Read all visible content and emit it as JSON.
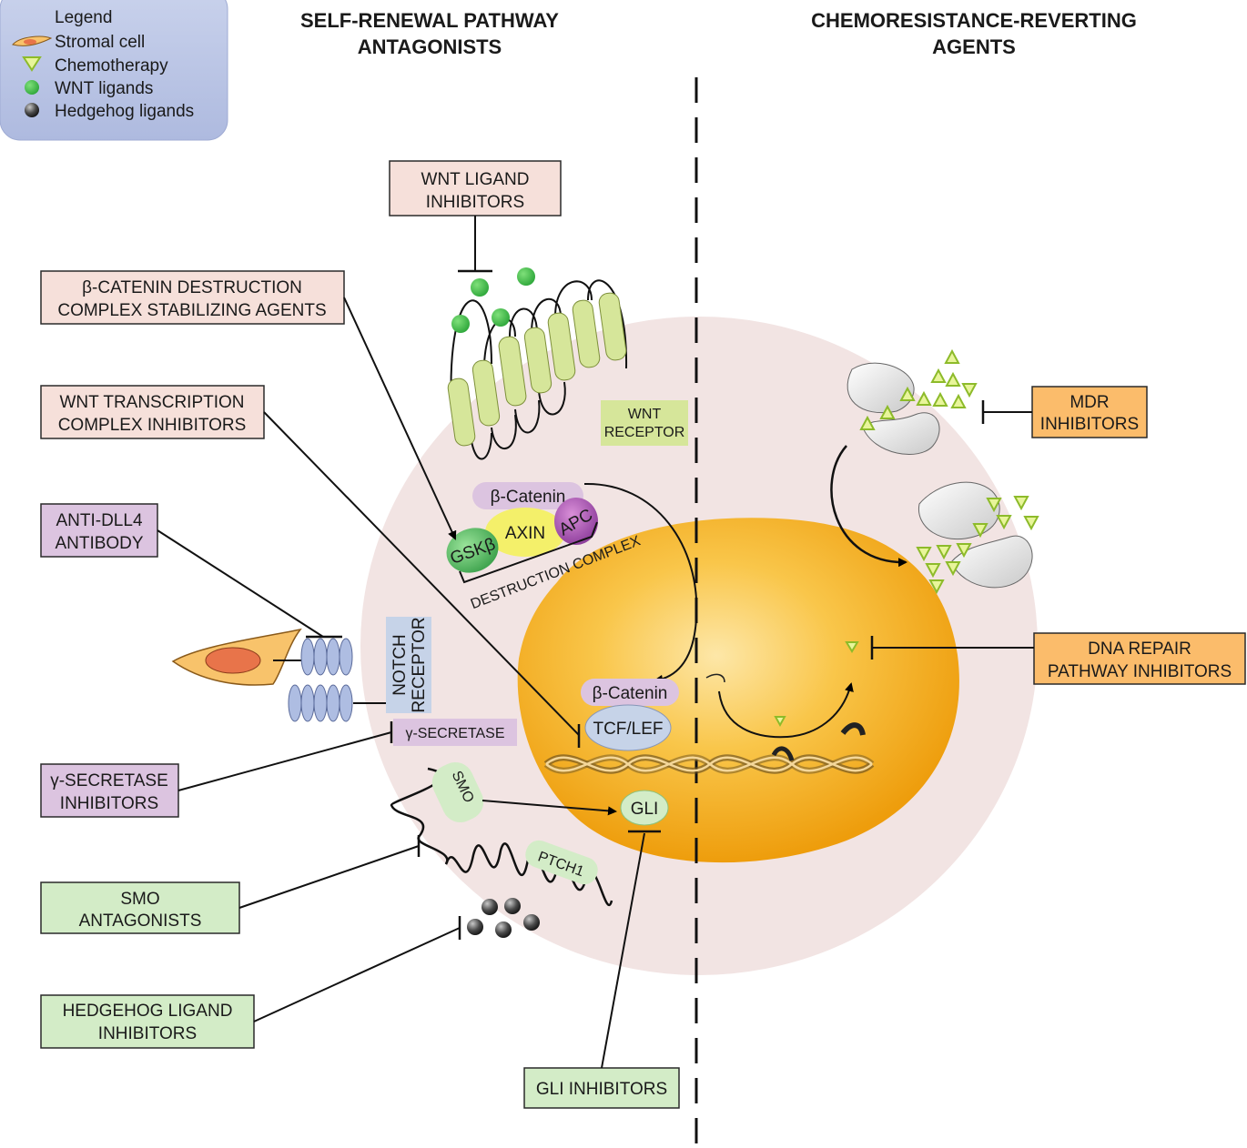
{
  "legend": {
    "title": "Legend",
    "items": [
      {
        "icon": "stromal-cell-icon",
        "label": "Stromal cell"
      },
      {
        "icon": "chemotherapy-triangle-icon",
        "label": "Chemotherapy"
      },
      {
        "icon": "wnt-ligand-dot-icon",
        "label": "WNT ligands"
      },
      {
        "icon": "hedgehog-ligand-dot-icon",
        "label": "Hedgehog ligands"
      }
    ]
  },
  "headers": {
    "left": [
      "SELF-RENEWAL PATHWAY",
      "ANTAGONISTS"
    ],
    "right": [
      "CHEMORESISTANCE-REVERTING",
      "AGENTS"
    ]
  },
  "inhibitors": {
    "wnt_ligand": [
      "WNT LIGAND",
      "INHIBITORS"
    ],
    "beta_catenin_destruction": [
      "β-CATENIN DESTRUCTION",
      "COMPLEX STABILIZING AGENTS"
    ],
    "wnt_transcription": [
      "WNT TRANSCRIPTION",
      "COMPLEX INHIBITORS"
    ],
    "anti_dll4": [
      "ANTI-DLL4",
      "ANTIBODY"
    ],
    "gamma_secretase": [
      "γ-SECRETASE",
      "INHIBITORS"
    ],
    "smo_antagonists": [
      "SMO",
      "ANTAGONISTS"
    ],
    "hedgehog_ligand": [
      "HEDGEHOG LIGAND",
      "INHIBITORS"
    ],
    "gli": "GLI INHIBITORS",
    "mdr": [
      "MDR",
      "INHIBITORS"
    ],
    "dna_repair": [
      "DNA REPAIR",
      "PATHWAY INHIBITORS"
    ]
  },
  "components": {
    "wnt_receptor": [
      "WNT",
      "RECEPTOR"
    ],
    "beta_catenin": "β-Catenin",
    "gsk3b": "GSKβ",
    "axin": "AXIN",
    "apc": "APC",
    "destruction_complex": "DESTRUCTION COMPLEX",
    "notch_receptor": [
      "NOTCH",
      "RECEPTOR"
    ],
    "gamma_secretase": "γ-SECRETASE",
    "nuclear_beta_catenin": "β-Catenin",
    "tcf_lef": "TCF/LEF",
    "smo": "SMO",
    "gli": "GLI",
    "ptch1": "PTCH1"
  },
  "colors": {
    "wnt_box": "#f6e0da",
    "notch_box": "#dcc4e0",
    "hedgehog_box": "#d3ecc7",
    "chemo_box": "#fbbc6b",
    "cell": "#f2e4e3",
    "nucleus": "#f7b51e",
    "receptor": "#d6e69a"
  }
}
